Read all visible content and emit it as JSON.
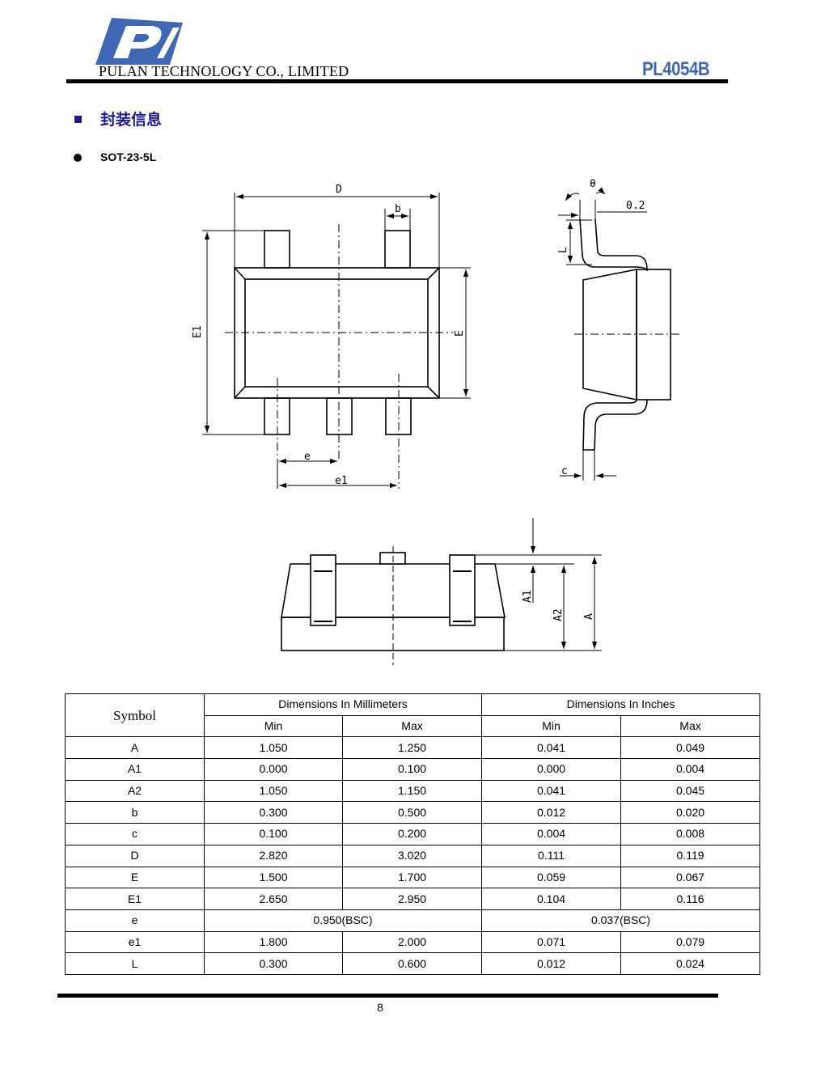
{
  "header": {
    "company": "PULAN TECHNOLOGY CO., LIMITED",
    "part_number": "PL4054B",
    "logo_color": "#3f67b3"
  },
  "section": {
    "title": "封装信息"
  },
  "package": {
    "name": "SOT-23-5L"
  },
  "drawing_labels": {
    "D": "D",
    "b": "b",
    "E1": "E1",
    "E": "E",
    "e": "e",
    "e1": "e1",
    "theta": "θ",
    "offset": "0.2",
    "L": "L",
    "c": "c",
    "A1": "A1",
    "A2": "A2",
    "A": "A"
  },
  "table": {
    "symbol_header": "Symbol",
    "mm_header": "Dimensions In Millimeters",
    "in_header": "Dimensions In Inches",
    "min_label": "Min",
    "max_label": "Max",
    "rows": [
      {
        "symbol": "A",
        "mm_min": "1.050",
        "mm_max": "1.250",
        "in_min": "0.041",
        "in_max": "0.049"
      },
      {
        "symbol": "A1",
        "mm_min": "0.000",
        "mm_max": "0.100",
        "in_min": "0.000",
        "in_max": "0.004"
      },
      {
        "symbol": "A2",
        "mm_min": "1.050",
        "mm_max": "1.150",
        "in_min": "0.041",
        "in_max": "0.045"
      },
      {
        "symbol": "b",
        "mm_min": "0.300",
        "mm_max": "0.500",
        "in_min": "0.012",
        "in_max": "0.020"
      },
      {
        "symbol": "c",
        "mm_min": "0.100",
        "mm_max": "0.200",
        "in_min": "0.004",
        "in_max": "0.008"
      },
      {
        "symbol": "D",
        "mm_min": "2.820",
        "mm_max": "3.020",
        "in_min": "0.111",
        "in_max": "0.119"
      },
      {
        "symbol": "E",
        "mm_min": "1.500",
        "mm_max": "1.700",
        "in_min": "0.059",
        "in_max": "0.067"
      },
      {
        "symbol": "E1",
        "mm_min": "2.650",
        "mm_max": "2.950",
        "in_min": "0.104",
        "in_max": "0.116"
      },
      {
        "symbol": "e",
        "mm_span": "0.950(BSC)",
        "in_span": "0.037(BSC)"
      },
      {
        "symbol": "e1",
        "mm_min": "1.800",
        "mm_max": "2.000",
        "in_min": "0.071",
        "in_max": "0.079"
      },
      {
        "symbol": "L",
        "mm_min": "0.300",
        "mm_max": "0.600",
        "in_min": "0.012",
        "in_max": "0.024"
      }
    ]
  },
  "footer": {
    "page_number": "8"
  }
}
